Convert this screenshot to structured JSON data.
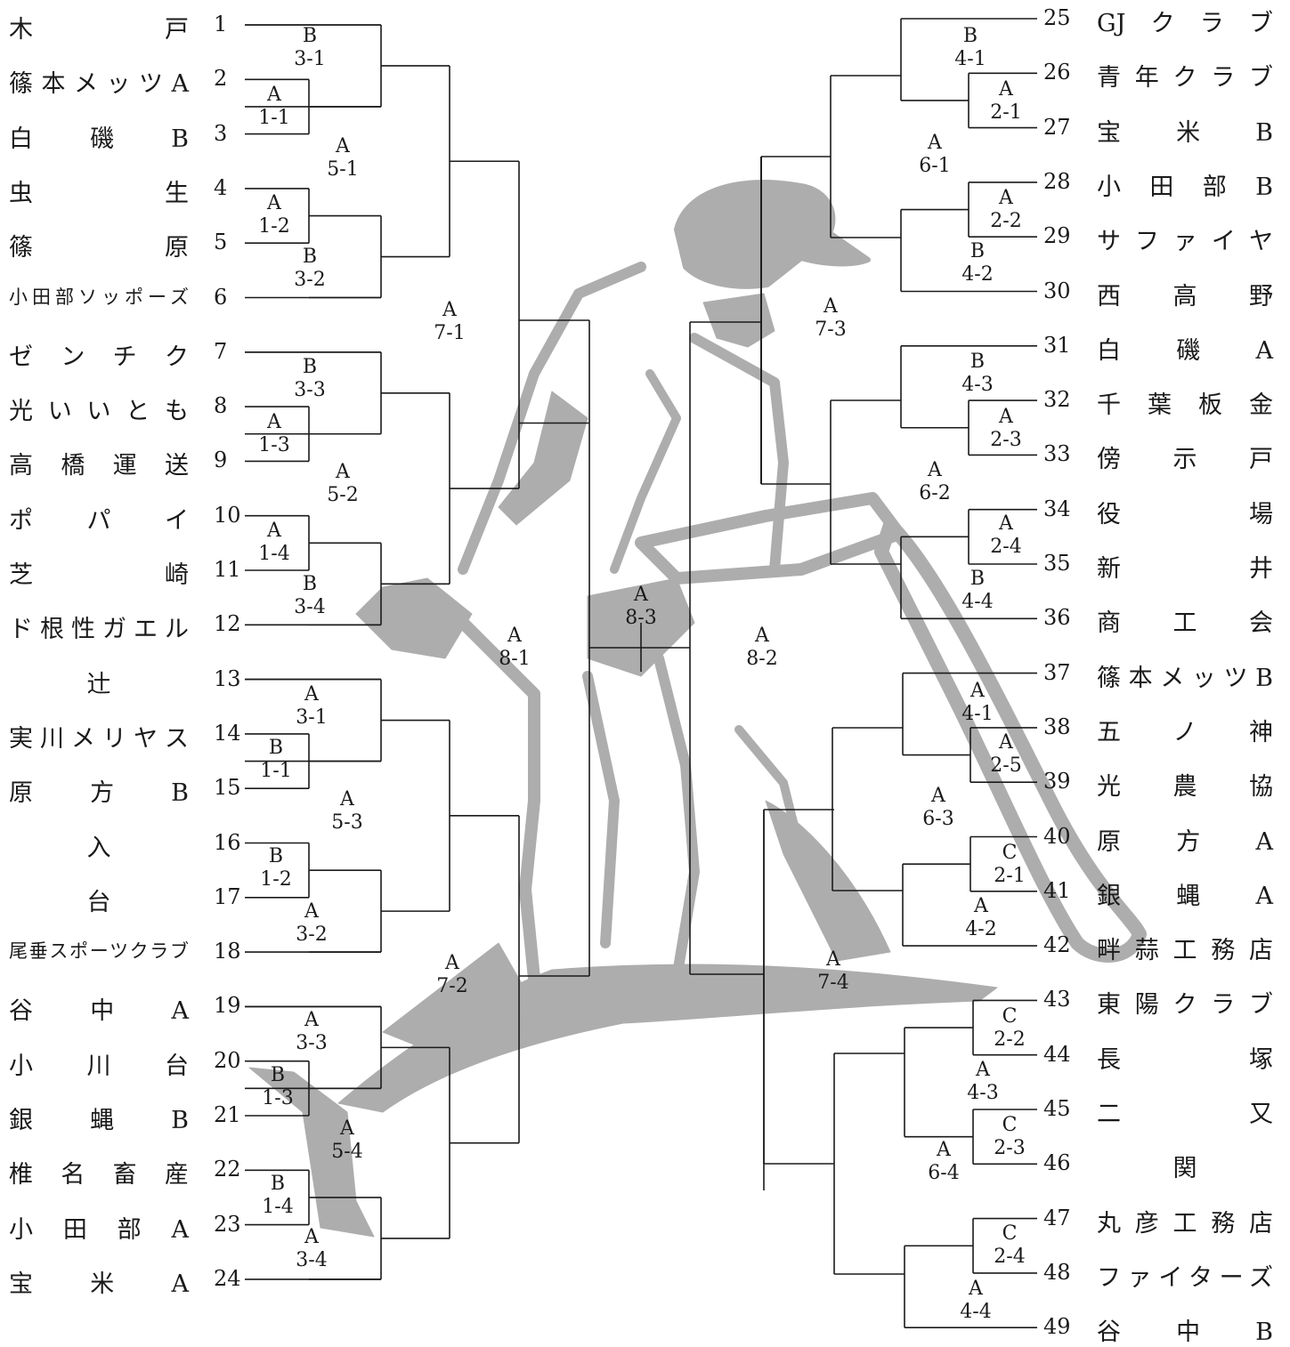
{
  "left_teams": [
    {
      "no": "1",
      "name": "木戸"
    },
    {
      "no": "2",
      "name": "篠本メッツA"
    },
    {
      "no": "3",
      "name": "白磯B"
    },
    {
      "no": "4",
      "name": "虫生"
    },
    {
      "no": "5",
      "name": "篠原"
    },
    {
      "no": "6",
      "name": "小田部ソッポーズ"
    },
    {
      "no": "7",
      "name": "ゼンチク"
    },
    {
      "no": "8",
      "name": "光いいとも"
    },
    {
      "no": "9",
      "name": "高橋運送"
    },
    {
      "no": "10",
      "name": "ポパイ"
    },
    {
      "no": "11",
      "name": "芝崎"
    },
    {
      "no": "12",
      "name": "ド根性ガエル"
    },
    {
      "no": "13",
      "name": "辻"
    },
    {
      "no": "14",
      "name": "実川メリヤス"
    },
    {
      "no": "15",
      "name": "原方B"
    },
    {
      "no": "16",
      "name": "入"
    },
    {
      "no": "17",
      "name": "台"
    },
    {
      "no": "18",
      "name": "尾垂スポーツクラブ"
    },
    {
      "no": "19",
      "name": "谷中A"
    },
    {
      "no": "20",
      "name": "小川台"
    },
    {
      "no": "21",
      "name": "銀蝿B"
    },
    {
      "no": "22",
      "name": "椎名畜産"
    },
    {
      "no": "23",
      "name": "小田部A"
    },
    {
      "no": "24",
      "name": "宝米A"
    }
  ],
  "right_teams": [
    {
      "no": "25",
      "name": "GJクラブ"
    },
    {
      "no": "26",
      "name": "青年クラブ"
    },
    {
      "no": "27",
      "name": "宝米B"
    },
    {
      "no": "28",
      "name": "小田部B"
    },
    {
      "no": "29",
      "name": "サファイヤ"
    },
    {
      "no": "30",
      "name": "西高野"
    },
    {
      "no": "31",
      "name": "白磯A"
    },
    {
      "no": "32",
      "name": "千葉板金"
    },
    {
      "no": "33",
      "name": "傍示戸"
    },
    {
      "no": "34",
      "name": "役場"
    },
    {
      "no": "35",
      "name": "新井"
    },
    {
      "no": "36",
      "name": "商工会"
    },
    {
      "no": "37",
      "name": "篠本メッツB"
    },
    {
      "no": "38",
      "name": "五ノ神"
    },
    {
      "no": "39",
      "name": "光農協"
    },
    {
      "no": "40",
      "name": "原方A"
    },
    {
      "no": "41",
      "name": "銀蝿A"
    },
    {
      "no": "42",
      "name": "畔蒜工務店"
    },
    {
      "no": "43",
      "name": "東陽クラブ"
    },
    {
      "no": "44",
      "name": "長塚"
    },
    {
      "no": "45",
      "name": "二又"
    },
    {
      "no": "46",
      "name": "関"
    },
    {
      "no": "47",
      "name": "丸彦工務店"
    },
    {
      "no": "48",
      "name": "ファイターズ"
    },
    {
      "no": "49",
      "name": "谷中B"
    }
  ],
  "match_labels": [
    {
      "court": "B",
      "game": "3-1"
    },
    {
      "court": "A",
      "game": "1-1"
    },
    {
      "court": "A",
      "game": "5-1"
    },
    {
      "court": "A",
      "game": "1-2"
    },
    {
      "court": "B",
      "game": "3-2"
    },
    {
      "court": "A",
      "game": "7-1"
    },
    {
      "court": "B",
      "game": "3-3"
    },
    {
      "court": "A",
      "game": "1-3"
    },
    {
      "court": "A",
      "game": "5-2"
    },
    {
      "court": "A",
      "game": "1-4"
    },
    {
      "court": "B",
      "game": "3-4"
    },
    {
      "court": "A",
      "game": "8-1"
    },
    {
      "court": "A",
      "game": "3-1"
    },
    {
      "court": "B",
      "game": "1-1"
    },
    {
      "court": "A",
      "game": "5-3"
    },
    {
      "court": "B",
      "game": "1-2"
    },
    {
      "court": "A",
      "game": "3-2"
    },
    {
      "court": "A",
      "game": "7-2"
    },
    {
      "court": "A",
      "game": "3-3"
    },
    {
      "court": "B",
      "game": "1-3"
    },
    {
      "court": "A",
      "game": "5-4"
    },
    {
      "court": "B",
      "game": "1-4"
    },
    {
      "court": "A",
      "game": "3-4"
    },
    {
      "court": "A",
      "game": "8-3"
    },
    {
      "court": "A",
      "game": "8-2"
    },
    {
      "court": "B",
      "game": "4-1"
    },
    {
      "court": "A",
      "game": "2-1"
    },
    {
      "court": "A",
      "game": "6-1"
    },
    {
      "court": "A",
      "game": "2-2"
    },
    {
      "court": "B",
      "game": "4-2"
    },
    {
      "court": "A",
      "game": "7-3"
    },
    {
      "court": "B",
      "game": "4-3"
    },
    {
      "court": "A",
      "game": "2-3"
    },
    {
      "court": "A",
      "game": "6-2"
    },
    {
      "court": "A",
      "game": "2-4"
    },
    {
      "court": "B",
      "game": "4-4"
    },
    {
      "court": "A",
      "game": "4-1"
    },
    {
      "court": "A",
      "game": "2-5"
    },
    {
      "court": "A",
      "game": "6-3"
    },
    {
      "court": "C",
      "game": "2-1"
    },
    {
      "court": "A",
      "game": "4-2"
    },
    {
      "court": "A",
      "game": "7-4"
    },
    {
      "court": "C",
      "game": "2-2"
    },
    {
      "court": "A",
      "game": "4-3"
    },
    {
      "court": "C",
      "game": "2-3"
    },
    {
      "court": "A",
      "game": "6-4"
    },
    {
      "court": "C",
      "game": "2-4"
    },
    {
      "court": "A",
      "game": "4-4"
    }
  ],
  "colors": {
    "ink": "#1a1a1a",
    "silhouette": "#a9a9a9"
  }
}
